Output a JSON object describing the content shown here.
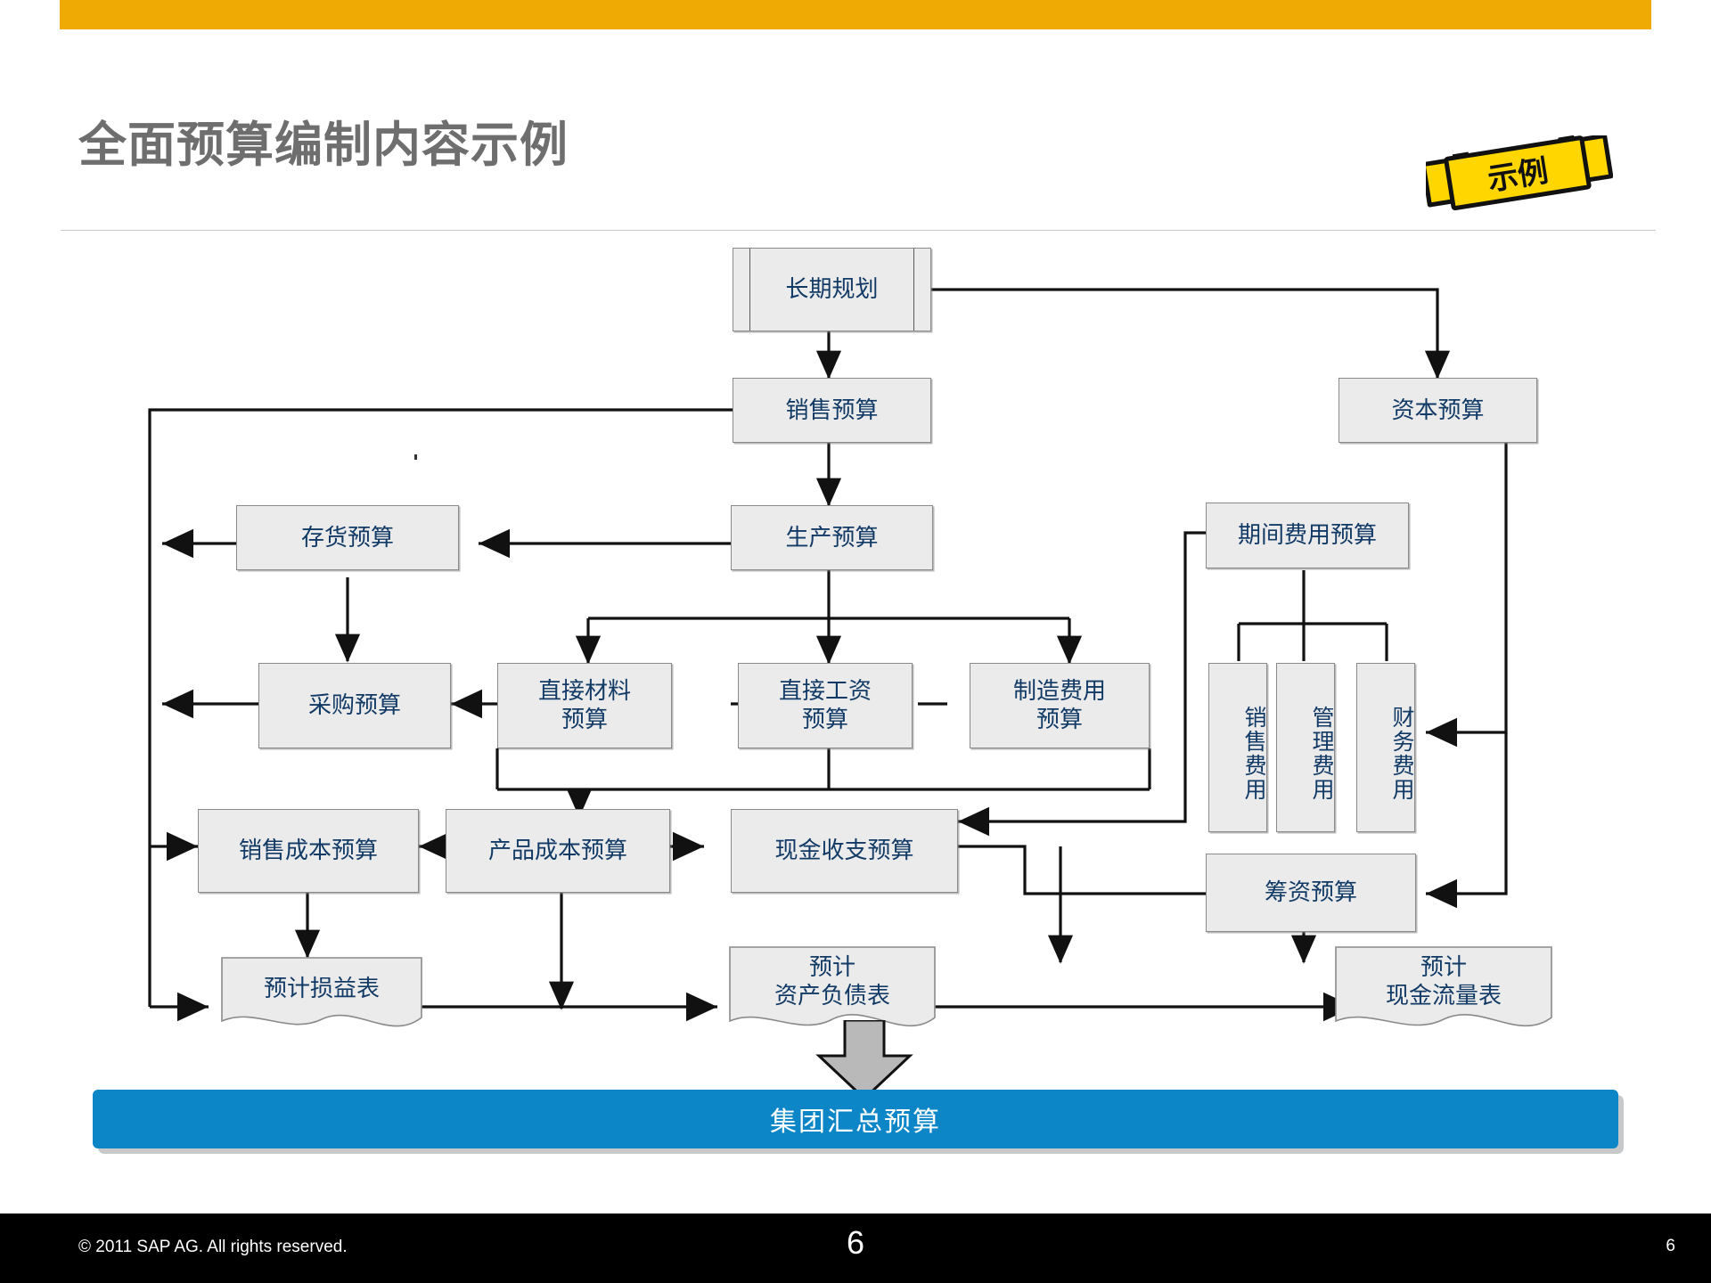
{
  "slide": {
    "title": "全面预算编制内容示例",
    "ribbon_label": "示例",
    "accent_orange": "#efab04",
    "accent_blue": "#0d86c8",
    "node_fill": "#ebebeb",
    "node_text_color": "#123a66",
    "title_color": "#6e6e6e"
  },
  "diagram": {
    "nodes": {
      "long_term_plan": "长期规划",
      "sales_budget": "销售预算",
      "capital_budget": "资本预算",
      "inventory_budget": "存货预算",
      "production_budget": "生产预算",
      "period_expense_budget": "期间费用预算",
      "purchase_budget": "采购预算",
      "direct_material_budget": "直接材料\n预算",
      "direct_labor_budget": "直接工资\n预算",
      "manufacturing_overhead_budget": "制造费用\n预算",
      "selling_expense": "销售费用",
      "admin_expense": "管理费用",
      "finance_expense": "财务费用",
      "cost_of_sales_budget": "销售成本预算",
      "product_cost_budget": "产品成本预算",
      "cash_flow_budget": "现金收支预算",
      "financing_budget": "筹资预算",
      "projected_income_statement": "预计损益表",
      "projected_balance_sheet": "预计\n资产负债表",
      "projected_cash_flow_statement": "预计\n现金流量表"
    }
  },
  "summary_bar": {
    "label": "集团汇总预算"
  },
  "footer": {
    "copyright": "©  2011 SAP AG. All rights reserved.",
    "page_center": "6",
    "page_right": "6"
  }
}
